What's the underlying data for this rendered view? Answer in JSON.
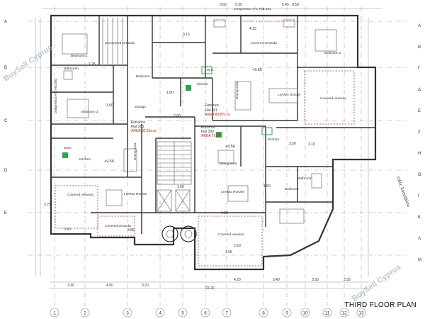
{
  "title": "THIRD FLOOR PLAN",
  "watermarks": [
    "BuySell Cyprus",
    "BuySell Cyprus"
  ],
  "rooms": {
    "bedroom1": "Bedroom 1",
    "bedroom2": "Bedroom 2",
    "bedroom3": "Bedroom 3",
    "bedroom": "Bedroom",
    "bedroom_e": "Bedroom",
    "kitchen1": "Kitchen",
    "kitchen2": "Kitchen",
    "kitchen3": "Kitchen",
    "living1": "LIVING ROOM",
    "living2": "LIVING ROOM",
    "living3": "LIVING ROOM",
    "dining1": "Dining area",
    "dining2": "Dining area",
    "dining3": "Dining area",
    "covered1": "Covered veranda",
    "covered2": "Covered veranda",
    "covered3": "Covered veranda",
    "covered4": "Covered veranda",
    "covered5": "Covered veranda",
    "uncovered": "Uncovered veranda",
    "bathroom": "Bathroom",
    "bathroom2": "Bathroom",
    "wc": "W.C.",
    "storage": "storage",
    "store": "store",
    "compressor1": "compressor A/C Flat 301",
    "compressor2": "compressor A/C Flat 303"
  },
  "flats": {
    "f301": {
      "entrance": "Entrance",
      "flat": "Flat 301",
      "area": "AREA 80.87s.m."
    },
    "f303": {
      "entrance": "Entrance",
      "flat": "Flat 303",
      "area": "AREA 80.20s.m."
    },
    "f302": {
      "entrance": "Entrance",
      "flat": "Flat 302",
      "area": "AREA 79.09"
    }
  },
  "levels": [
    "+9.56",
    "+9.56",
    "+9.56"
  ],
  "street": "Οδός Σαουζάλου",
  "dims": {
    "top": [
      "0.60",
      "5.35",
      "0.45",
      "0.50"
    ],
    "bottom": [
      "3.30",
      "4.50",
      "3.20",
      "4.20",
      "3.40",
      "3.35",
      "3.35"
    ],
    "total": "22.20",
    "misc": [
      "4.00",
      "3.80",
      "3.85",
      "4.95",
      "3.50",
      "2.60",
      "1.60",
      "3.00",
      "2.75",
      "1.50",
      "1.25",
      "4.15",
      "3.15",
      "3.10",
      "2.60",
      "1.80"
    ]
  },
  "axes": [
    "1",
    "2",
    "3",
    "4",
    "5",
    "6",
    "7",
    "8",
    "9",
    "10",
    "11",
    "12",
    "13"
  ],
  "left_axes": [
    "A",
    "B",
    "C",
    "D",
    "E"
  ],
  "right_axes": [
    "A",
    "B",
    "Γ",
    "Δ",
    "E",
    "Z",
    "H",
    "Θ",
    "I",
    "K",
    "Λ",
    "M"
  ],
  "chart_data": {
    "type": "table",
    "title": "THIRD FLOOR PLAN",
    "flats": [
      {
        "flat": "Flat 301",
        "area_m2": 80.87
      },
      {
        "flat": "Flat 302",
        "area_m2": 79.09
      },
      {
        "flat": "Flat 303",
        "area_m2": 80.2
      }
    ]
  }
}
